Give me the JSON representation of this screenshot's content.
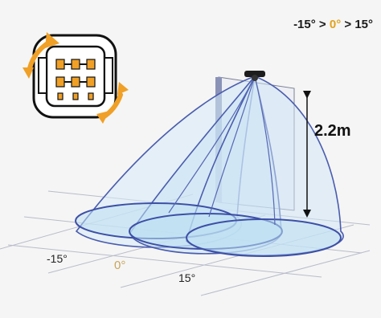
{
  "legend": {
    "left": "-15°",
    "sep1": " > ",
    "center": "0°",
    "sep2": " > ",
    "right": "15°"
  },
  "height_label": "2.2m",
  "angle_ticks": [
    "-15°",
    "0°",
    "15°"
  ],
  "colors": {
    "highlight": "#e2a21c",
    "beam_stroke": "#4a5cae",
    "beam_fill": "#cfe6f5",
    "arrow": "#f0a026"
  },
  "icons": [
    "sensor-connector-icon",
    "rotate-arrow-icon"
  ]
}
